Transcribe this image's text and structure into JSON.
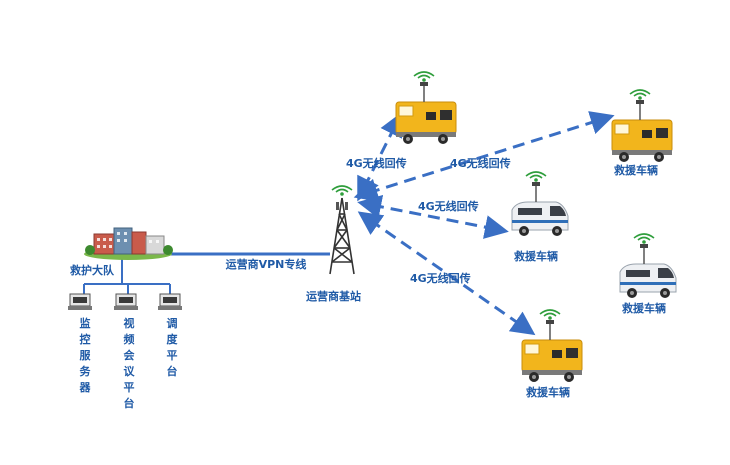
{
  "headquarters": {
    "label": "救护大队",
    "icon": "building-icon"
  },
  "terminals": [
    {
      "label": "监控服务器",
      "icon": "server-icon"
    },
    {
      "label": "视频会议平台",
      "icon": "monitor-icon"
    },
    {
      "label": "调度平台",
      "icon": "workstation-icon"
    }
  ],
  "link_labels": {
    "vpn": "运营商VPN专线",
    "wireless_1": "4G无线回传",
    "wireless_2": "4G无线回传",
    "wireless_3": "4G无线回传",
    "wireless_4": "4G无线回传"
  },
  "base_station": {
    "label": "运营商基站",
    "icon": "cell-tower-icon"
  },
  "vehicles": [
    {
      "label": "",
      "icon": "rescue-truck-icon"
    },
    {
      "label": "救援车辆",
      "icon": "rescue-truck-icon"
    },
    {
      "label": "救援车辆",
      "icon": "rescue-van-icon"
    },
    {
      "label": "救援车辆",
      "icon": "rescue-van-icon"
    },
    {
      "label": "救援车辆",
      "icon": "rescue-truck-icon"
    }
  ],
  "colors": {
    "link": "#3a6fc4",
    "label": "#1f5aa6",
    "truck": "#f2b51c",
    "van": "#eef0f3",
    "antenna": "#2f9e3c"
  }
}
